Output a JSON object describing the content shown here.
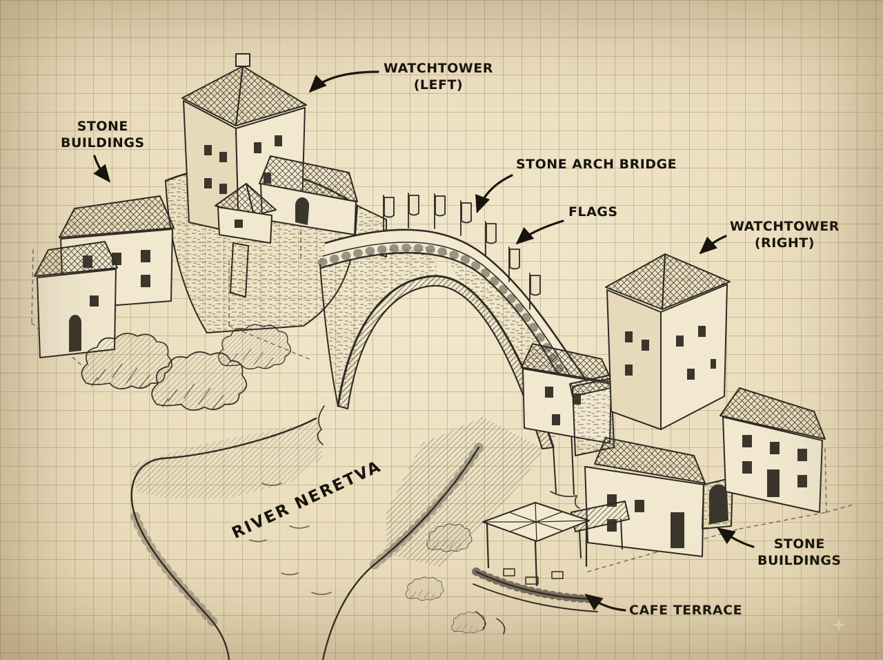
{
  "annotations": {
    "watchtower_left": {
      "line1": "WATCHTOWER",
      "line2": "(LEFT)"
    },
    "stone_buildings_left": {
      "line1": "STONE",
      "line2": "BUILDINGS"
    },
    "stone_arch_bridge": {
      "line1": "STONE ARCH BRIDGE"
    },
    "flags": {
      "line1": "FLAGS"
    },
    "watchtower_right": {
      "line1": "WATCHTOWER",
      "line2": "(RIGHT)"
    },
    "river_neretva": {
      "line1": "RIVER NERETVA"
    },
    "stone_buildings_right": {
      "line1": "STONE",
      "line2": "BUILDINGS"
    },
    "cafe_terrace": {
      "line1": "CAFE TERRACE"
    }
  },
  "colors": {
    "paper": "#e9dcbc",
    "grid": "#927c56",
    "ink": "#2e2a24",
    "label_text": "#17140e",
    "watermark": "#f6eed8"
  },
  "icons": {
    "watermark": "four-pointed-sparkle"
  }
}
